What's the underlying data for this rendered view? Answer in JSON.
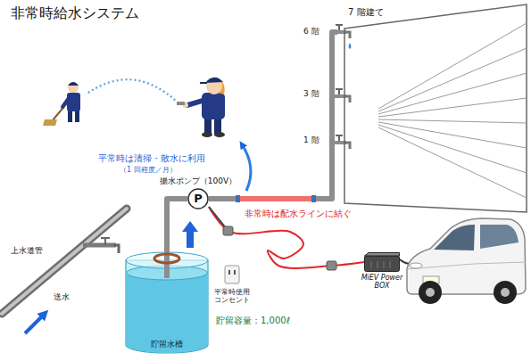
{
  "diagram": {
    "title": "非常時給水システム",
    "nodes": [
      {
        "text": [
          "7 階建て"
        ]
      },
      {
        "text": [
          "P",
          "揚水ポンプ（100V）"
        ]
      },
      {
        "text": [
          "貯留水槽"
        ]
      },
      {
        "text": [
          "MiEV Power BOX"
        ]
      }
    ],
    "edges": [
      {
        "from": 2,
        "to": 1,
        "arrow": "none"
      },
      {
        "from": 1,
        "to": 0,
        "label": "非常時は配水ラインに結ぐ",
        "arrow": "none"
      },
      {
        "from": 1,
        "to": 3,
        "arrow": "none"
      }
    ],
    "labels": [
      "平常時は清掃・散水に利用",
      "（1 回程度／月）",
      "6 階",
      "3 階",
      "1 階",
      "上水道管",
      "送水",
      "平常時使用コンセント",
      "貯留容量：1,000ℓ"
    ]
  }
}
